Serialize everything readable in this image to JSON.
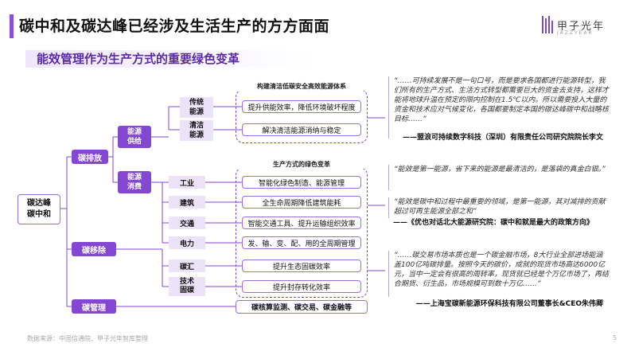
{
  "title": "碳中和及碳达峰已经涉及生活生产的方方面面",
  "subtitle": "能效管理作为生产方式的重要绿色变革",
  "logo": {
    "name": "甲子光年",
    "small": "JAZZYEAR"
  },
  "root": "碳达峰\n碳中和",
  "branches": {
    "emission": "碳排放",
    "removal": "碳移除",
    "management": "碳管理"
  },
  "sub": {
    "supply": "能源\n供给",
    "consume": "能源\n消费",
    "traditional": "传统\n能源",
    "clean": "清洁\n能源",
    "industry": "工业",
    "building": "建筑",
    "transport": "交通",
    "power": "电力",
    "sink": "碳汇",
    "tech": "技术\n固碳"
  },
  "group1_title": "构建清洁低碳安全高效能源体系",
  "group2_title": "生产方式的绿色变革",
  "items": {
    "traditional": "提升供能效率，降低环境破坏程度",
    "clean": "解决清洁能源消纳与稳定",
    "industry": "智能化绿色制造、能源管理",
    "building": "全生命周期降低建筑能耗",
    "transport": "智能交通工具、提升运输组织效率",
    "power": "发、输、变、配、用的全周期管理",
    "sink": "提升生态固碳效率",
    "tech": "提升封存转化效率",
    "management": "碳核算监测、碳交易、碳金融等"
  },
  "quotes": [
    {
      "text": "“……可持续发展不是一句口号，而是要求各国都进行能源转型，我们所有的生产方式、生活方式转型都需要巨大的资金去支持，这样才能将地球升温在预定的限内控制在1.5℃以内。所以需要投入大量的资金和技术应对气候变化，各国都要制定本国的碳达峰碳中和战略核目标……”",
      "source": "——盟浪可持续数字科技（深圳）有限责任公司研究院院长李文"
    },
    {
      "text": "“能效是第一能源，省下来的能源是最清洁的，是落袋的真金白银。”",
      "source": ""
    },
    {
      "text": "“能效是碳中和过程中最重要的领域，是第一能源，其对减排的贡献超过可再生能源全部之和”",
      "source": "——《优也对话北大能源研究院：碳中和就是最大的政策方向》"
    },
    {
      "text": "“……碳交易市场本质也是一个碳金融市场，8大行业全部进场能涵盖100亿吨碳排量。按照今天的碳价，成就的现货市场高达6000亿元，当中一定会有很高的周转率，现货就已经是个万亿市场了，再结合期货、衍生品，市场规模可到数十万亿……”",
      "source": "——上海宝碳新能源环保科技有限公司董事长&CEO朱伟卿"
    }
  ],
  "footer": "数据来源：中国信通院、甲子光年智库整理",
  "page_number": "5",
  "colors": {
    "accent": "#8447d1",
    "light": "#ece3f9",
    "line": "#7b48c9"
  }
}
